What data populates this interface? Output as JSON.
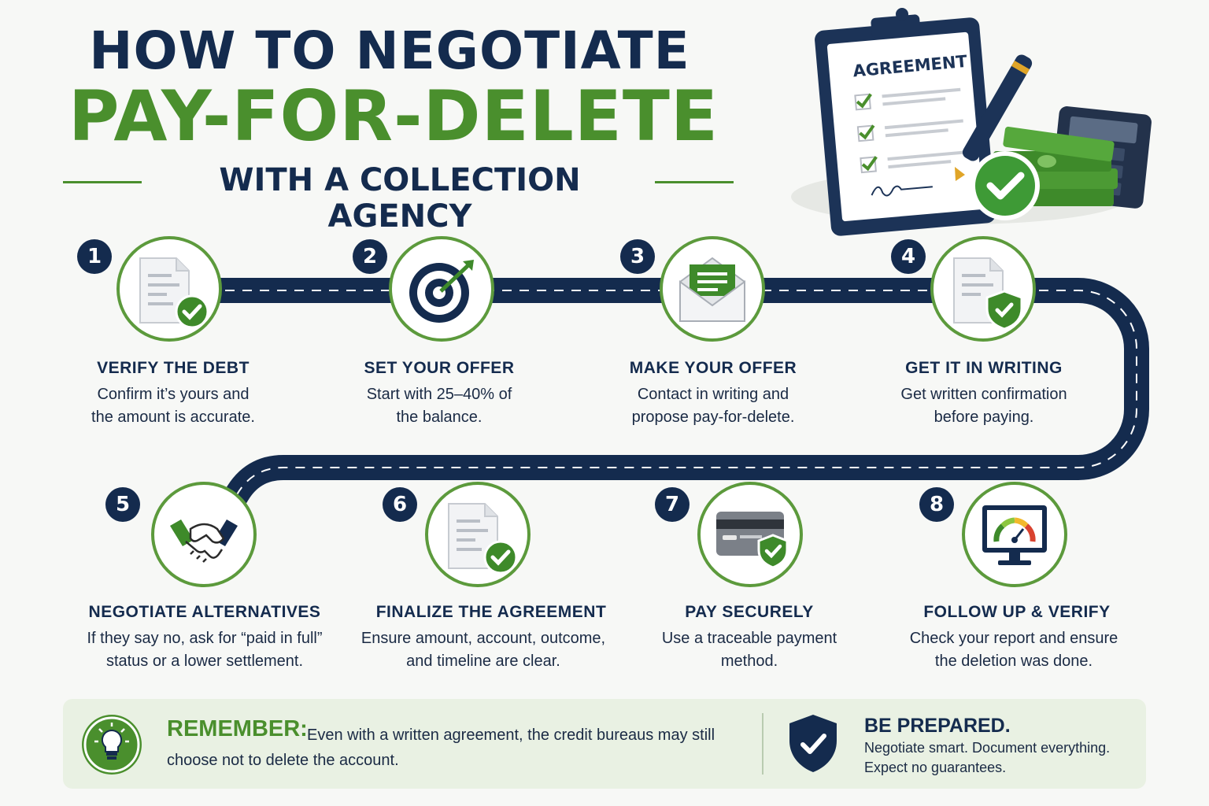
{
  "header": {
    "line1": "HOW TO NEGOTIATE",
    "line2": "PAY-FOR-DELETE",
    "line3": "WITH A COLLECTION AGENCY"
  },
  "hero": {
    "clipboard_title": "AGREEMENT",
    "icon_names": [
      "clipboard-icon",
      "pen-icon",
      "cash-stack-icon",
      "calculator-icon",
      "checkmark-badge-icon"
    ]
  },
  "steps": [
    {
      "number": "1",
      "title": "VERIFY THE DEBT",
      "line1": "Confirm it’s yours and",
      "line2": "the amount is accurate.",
      "icon": "document-check-icon"
    },
    {
      "number": "2",
      "title": "SET YOUR OFFER",
      "line1": "Start with 25–40% of",
      "line2": "the balance.",
      "icon": "target-icon"
    },
    {
      "number": "3",
      "title": "MAKE YOUR OFFER",
      "line1": "Contact in writing and",
      "line2": "propose pay-for-delete.",
      "icon": "envelope-icon"
    },
    {
      "number": "4",
      "title": "GET IT IN WRITING",
      "line1": "Get written confirmation",
      "line2": "before paying.",
      "icon": "document-shield-icon"
    },
    {
      "number": "5",
      "title": "NEGOTIATE ALTERNATIVES",
      "line1": "If they say no, ask for “paid in full”",
      "line2": "status or a lower settlement.",
      "icon": "handshake-icon"
    },
    {
      "number": "6",
      "title": "FINALIZE THE AGREEMENT",
      "line1": "Ensure amount, account, outcome,",
      "line2": "and timeline are clear.",
      "icon": "document-check-icon"
    },
    {
      "number": "7",
      "title": "PAY SECURELY",
      "line1": "Use a traceable payment",
      "line2": "method.",
      "icon": "credit-card-shield-icon"
    },
    {
      "number": "8",
      "title": "FOLLOW UP & VERIFY",
      "line1": "Check your report and ensure",
      "line2": "the deletion was done.",
      "icon": "monitor-gauge-icon"
    }
  ],
  "footer": {
    "remember_label": "REMEMBER:",
    "remember_text_line1": "Even with a written agreement, the credit bureaus may still",
    "remember_text_line2": "choose not to delete the account.",
    "be_prepared_title": "BE PREPARED.",
    "be_prepared_line1": "Negotiate smart. Document everything.",
    "be_prepared_line2": "Expect no guarantees."
  },
  "colors": {
    "navy": "#142b4e",
    "green": "#4a8f2d",
    "light_green_bg": "#e9f1e3"
  }
}
